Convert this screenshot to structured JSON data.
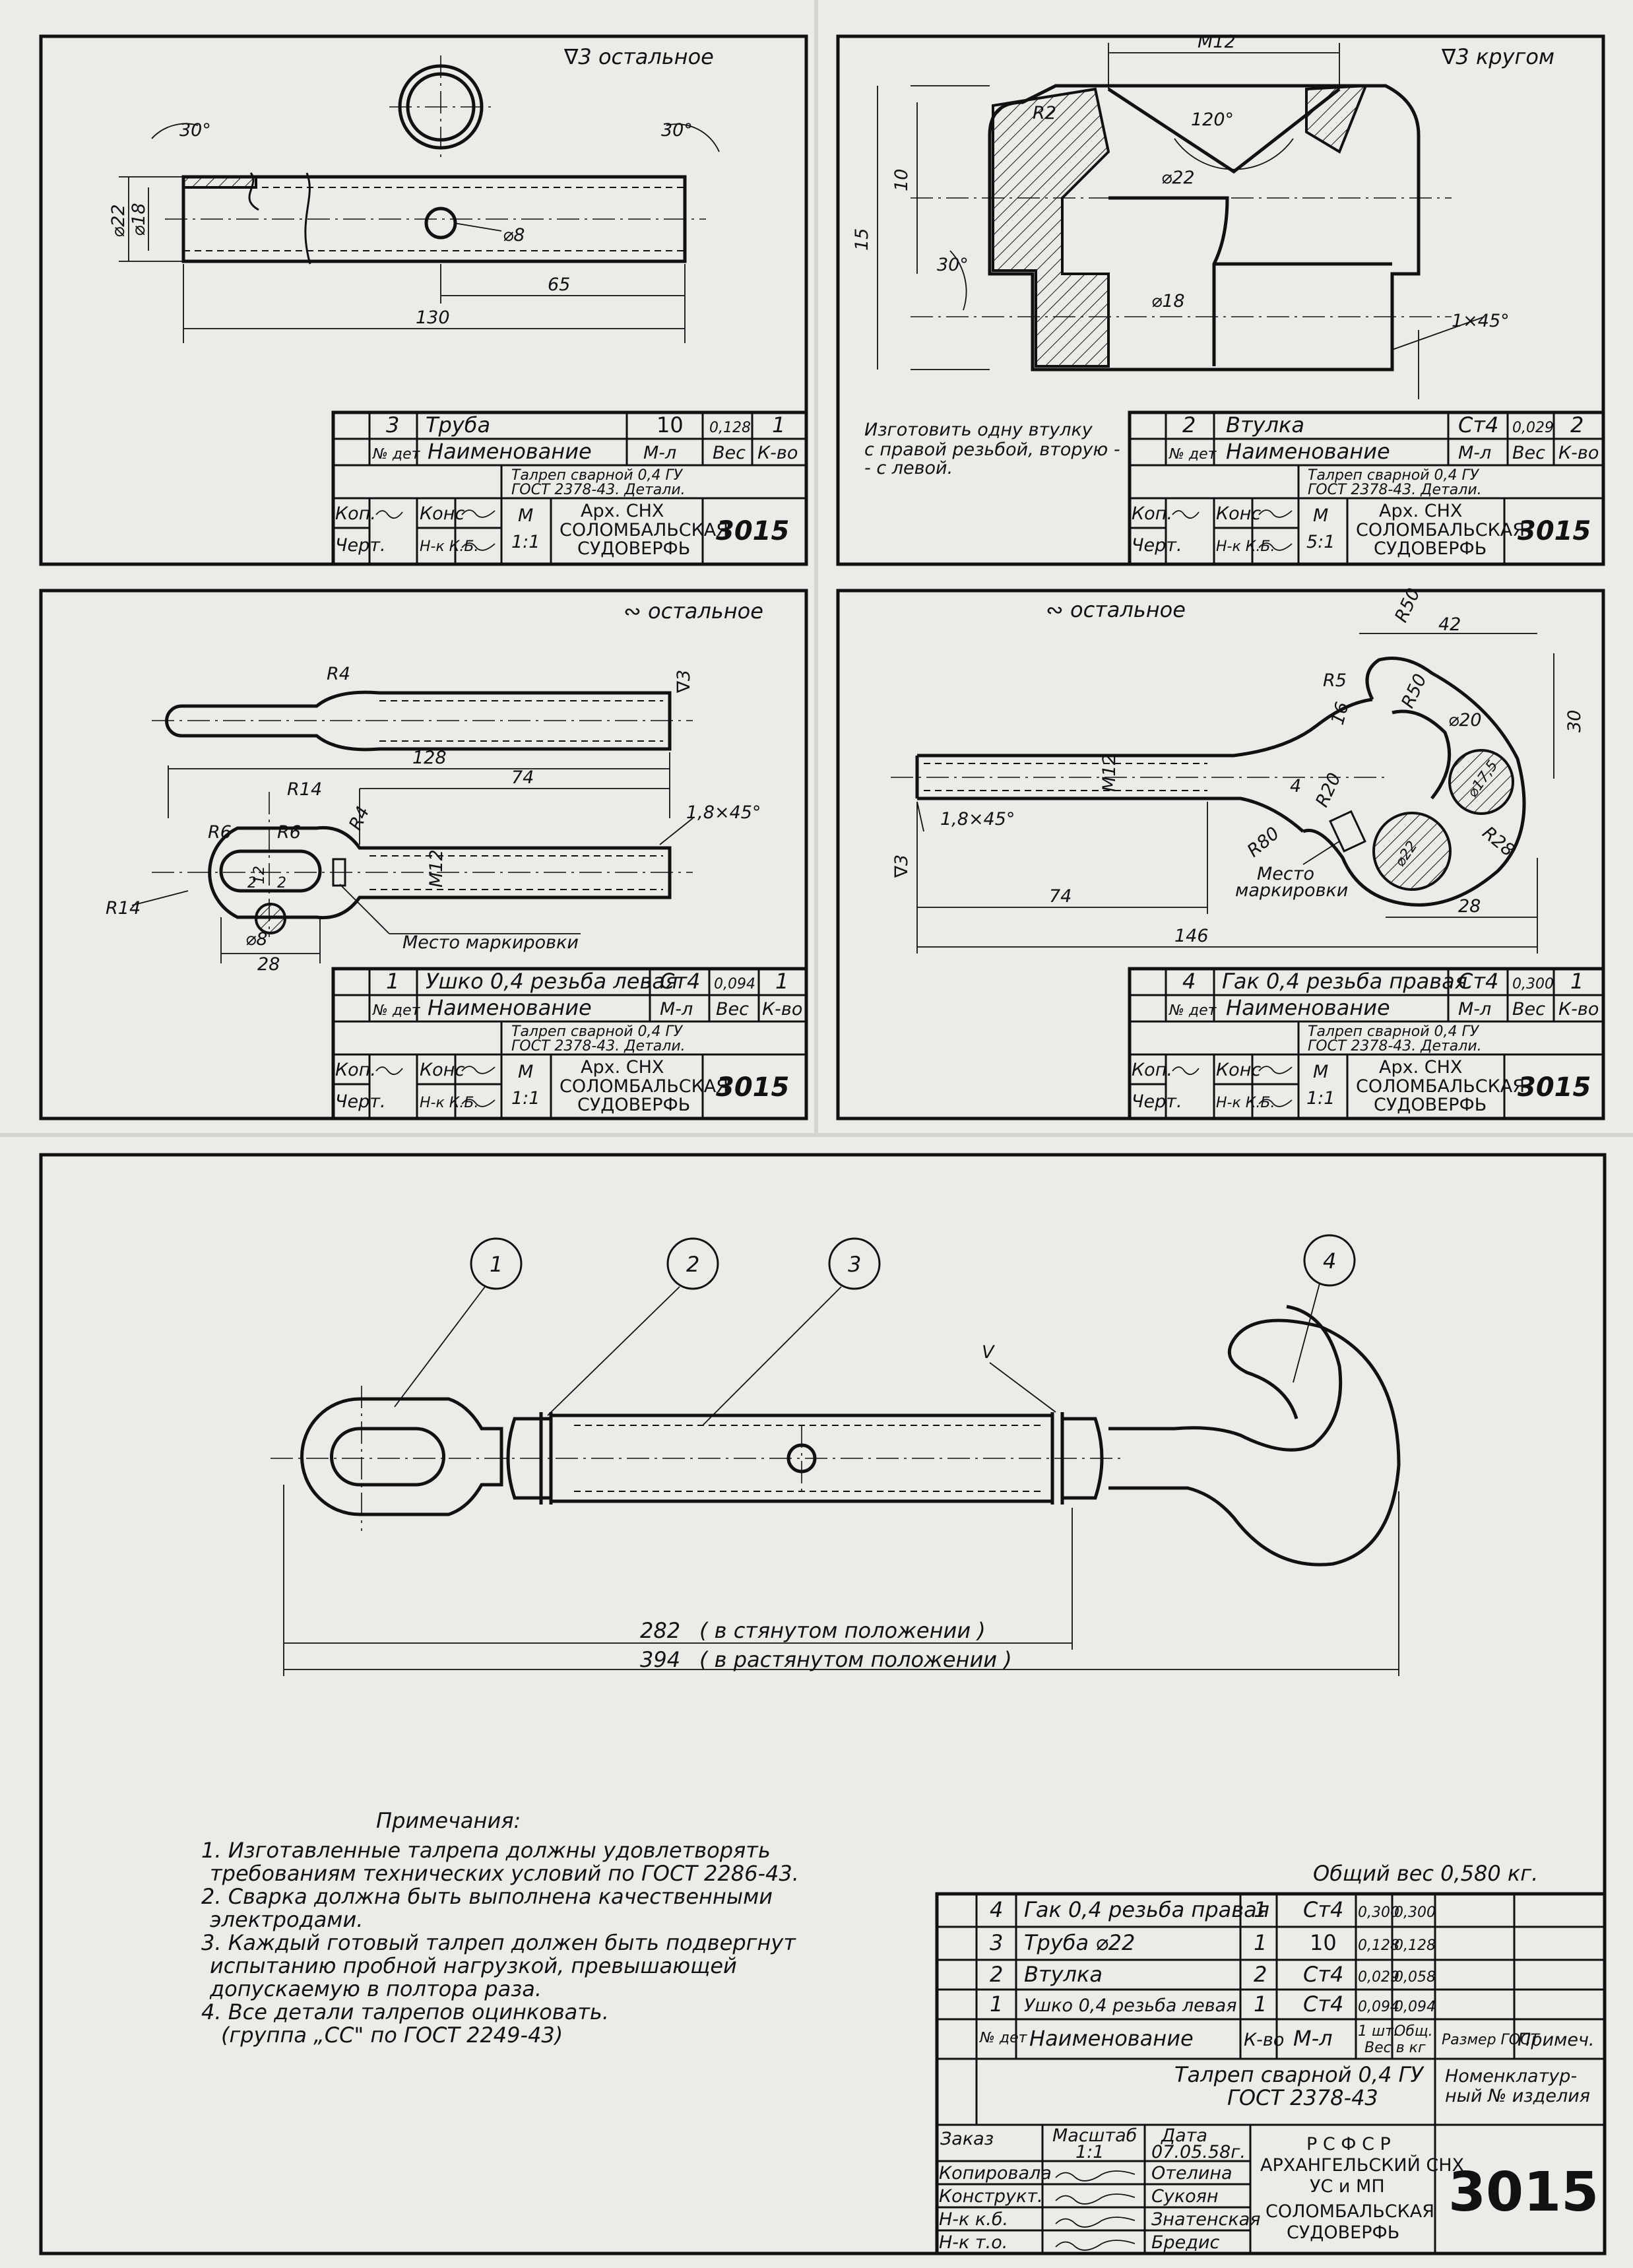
{
  "panel_tl": {
    "roughness": "∇3 остальное",
    "dims": [
      "30°",
      "30°",
      "⌀22",
      "⌀18",
      "⌀8",
      "65",
      "130"
    ],
    "tb": {
      "pos": "3",
      "name": "Труба",
      "material": "10",
      "weight": "0,128",
      "qty": "1",
      "h_pos": "№ дет",
      "h_name": "Наименование",
      "h_mat": "М-л",
      "h_weight": "Вес",
      "h_qty": "К-во",
      "std_line1": "Талреп сварной 0,4 ГУ",
      "std_line2": "ГОСТ 2378-43. Детали.",
      "kop": "Коп.",
      "chert": "Черт.",
      "kons": "Конс",
      "nk": "Н-к К.Б.",
      "scale_label": "М",
      "scale": "1:1",
      "org1": "Арх. СНХ",
      "org2": "СОЛОМБАЛЬСКАЯ",
      "org3": "СУДОВЕРФЬ",
      "code": "3015"
    }
  },
  "panel_tr": {
    "roughness": "∇3 кругом",
    "dims": [
      "М12",
      "R2",
      "120°",
      "10",
      "15",
      "⌀22",
      "30°",
      "⌀18",
      "1×45°"
    ],
    "note": [
      "Изготовить одну втулку",
      "с правой резьбой, вторую -",
      "- с левой."
    ],
    "tb": {
      "pos": "2",
      "name": "Втулка",
      "material": "Ст4",
      "weight": "0,029",
      "qty": "2",
      "h_pos": "№ дет",
      "h_name": "Наименование",
      "h_mat": "М-л",
      "h_weight": "Вес",
      "h_qty": "К-во",
      "std_line1": "Талреп сварной 0,4 ГУ",
      "std_line2": "ГОСТ 2378-43. Детали.",
      "kop": "Коп.",
      "chert": "Черт.",
      "kons": "Конс",
      "nk": "Н-к К.Б.",
      "scale_label": "М",
      "scale": "5:1",
      "org1": "Арх. СНХ",
      "org2": "СОЛОМБАЛЬСКАЯ",
      "org3": "СУДОВЕРФЬ",
      "code": "3015"
    }
  },
  "panel_ml": {
    "roughness": "∾ остальное",
    "dims": [
      "R4",
      "∇3",
      "128",
      "74",
      "R14",
      "R4",
      "1,8×45°",
      "R6",
      "R6",
      "М12",
      "12",
      "2",
      "2",
      "R14",
      "⌀8",
      "28"
    ],
    "mark_label": "Место маркировки",
    "tb": {
      "pos": "1",
      "name": "Ушко 0,4 резьба левая",
      "material": "Ст4",
      "weight": "0,094",
      "qty": "1",
      "h_pos": "№ дет",
      "h_name": "Наименование",
      "h_mat": "М-л",
      "h_weight": "Вес",
      "h_qty": "К-во",
      "std_line1": "Талреп сварной 0,4 ГУ",
      "std_line2": "ГОСТ 2378-43. Детали.",
      "kop": "Коп.",
      "chert": "Черт.",
      "kons": "Конс",
      "nk": "Н-к К.Б.",
      "scale_label": "М",
      "scale": "1:1",
      "org1": "Арх. СНХ",
      "org2": "СОЛОМБАЛЬСКАЯ",
      "org3": "СУДОВЕРФЬ",
      "code": "3015"
    }
  },
  "panel_mr": {
    "roughness": "∾ остальное",
    "dims": [
      "R50",
      "42",
      "R5",
      "R50",
      "16",
      "30",
      "⌀20",
      "М12",
      "4",
      "R20",
      "⌀17,5",
      "1,8×45°",
      "R80",
      "⌀22",
      "R28",
      "∇3",
      "74",
      "28",
      "146"
    ],
    "mark_label": [
      "Место",
      "маркировки"
    ],
    "tb": {
      "pos": "4",
      "name": "Гак 0,4 резьба правая",
      "material": "Ст4",
      "weight": "0,300",
      "qty": "1",
      "h_pos": "№ дет",
      "h_name": "Наименование",
      "h_mat": "М-л",
      "h_weight": "Вес",
      "h_qty": "К-во",
      "std_line1": "Талреп сварной 0,4 ГУ",
      "std_line2": "ГОСТ 2378-43. Детали.",
      "kop": "Коп.",
      "chert": "Черт.",
      "kons": "Конс",
      "nk": "Н-к К.Б.",
      "scale_label": "М",
      "scale": "1:1",
      "org1": "Арх. СНХ",
      "org2": "СОЛОМБАЛЬСКАЯ",
      "org3": "СУДОВЕРФЬ",
      "code": "3015"
    }
  },
  "assembly": {
    "balloons": [
      "1",
      "2",
      "3",
      "4"
    ],
    "weld_mark": "V",
    "dim1_value": "282",
    "dim1_note": "( в стянутом положении )",
    "dim2_value": "394",
    "dim2_note": "( в растянутом положении )"
  },
  "notes": {
    "title": "Примечания:",
    "lines": [
      "1. Изготавленные талрепа должны удовлетворять",
      "требованиям технических условий по ГОСТ 2286-43.",
      "2. Сварка должна быть выполнена качественными",
      "электродами.",
      "3. Каждый готовый талреп должен быть подвергнут",
      "испытанию пробной нагрузкой, превышающей",
      "допускаемую в полтора раза.",
      "4. Все детали талрепов оцинковать.",
      "(группа „СС\" по ГОСТ 2249-43)"
    ]
  },
  "main_tb": {
    "total_weight": "Общий вес 0,580 кг.",
    "rows": [
      {
        "pos": "4",
        "name": "Гак 0,4 резьба правая",
        "qty": "1",
        "mat": "Ст4",
        "w1": "0,300",
        "w2": "0,300"
      },
      {
        "pos": "3",
        "name": "Труба ⌀22",
        "qty": "1",
        "mat": "10",
        "w1": "0,128",
        "w2": "0,128"
      },
      {
        "pos": "2",
        "name": "Втулка",
        "qty": "2",
        "mat": "Ст4",
        "w1": "0,029",
        "w2": "0,058"
      },
      {
        "pos": "1",
        "name": "Ушко 0,4 резьба левая",
        "qty": "1",
        "mat": "Ст4",
        "w1": "0,094",
        "w2": "0,094"
      }
    ],
    "h_pos": "№ дет",
    "h_name": "Наименование",
    "h_qty": "К-во",
    "h_mat": "М-л",
    "h_w1": "1 шт.",
    "h_w2": "Общ.",
    "h_wunit": "Вес в кг",
    "h_size": "Размер ГОСТ",
    "h_note": "Примеч.",
    "title_line1": "Талреп сварной 0,4 ГУ",
    "title_line2": "ГОСТ 2378-43",
    "nomen": [
      "Номенклатур-",
      "ный № изделия"
    ],
    "zakaz": "Заказ",
    "scale_label": "Масштаб",
    "scale": "1:1",
    "date_label": "Дата",
    "date": "07.05.58г.",
    "roles": [
      "Копировала",
      "Конструкт.",
      "Н-к к.б.",
      "Н-к т.о."
    ],
    "names": [
      "Отелина",
      "Сукоян",
      "Знатенская",
      "Бредис"
    ],
    "org": [
      "Р С Ф С Р",
      "АРХАНГЕЛЬСКИЙ СНХ",
      "УС и МП",
      "СОЛОМБАЛЬСКАЯ",
      "СУДОВЕРФЬ"
    ],
    "code": "3015"
  }
}
